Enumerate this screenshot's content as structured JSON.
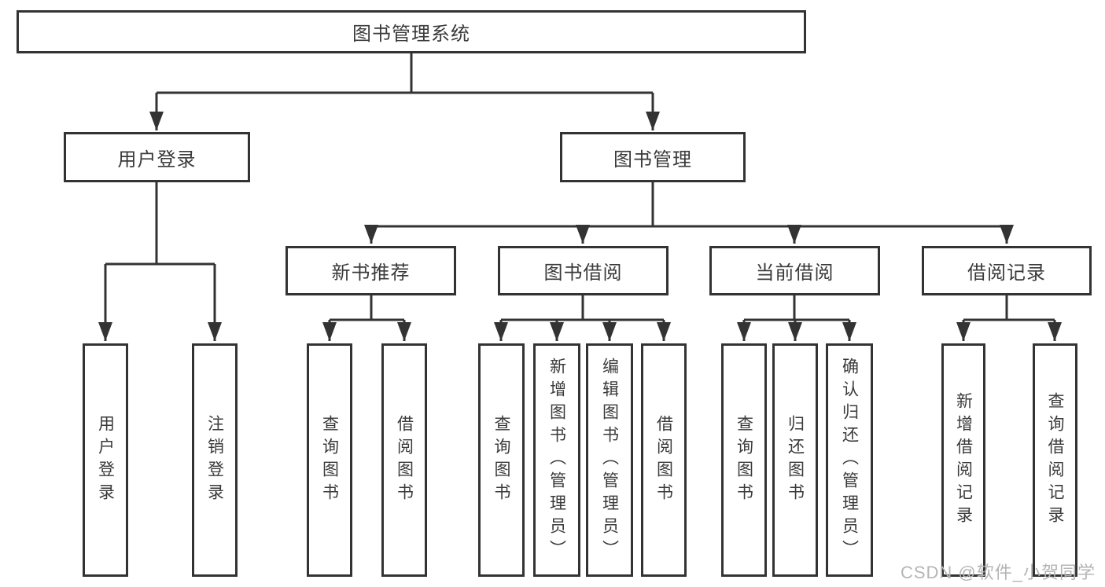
{
  "diagram": {
    "root": {
      "label": "图书管理系统",
      "children": [
        {
          "label": "用户登录",
          "children": [
            {
              "label": "用户登录"
            },
            {
              "label": "注销登录"
            }
          ]
        },
        {
          "label": "图书管理",
          "children": [
            {
              "label": "新书推荐",
              "children": [
                {
                  "label": "查询图书"
                },
                {
                  "label": "借阅图书"
                }
              ]
            },
            {
              "label": "图书借阅",
              "children": [
                {
                  "label": "查询图书"
                },
                {
                  "label": "新增图书（管理员）"
                },
                {
                  "label": "编辑图书（管理员）"
                },
                {
                  "label": "借阅图书"
                }
              ]
            },
            {
              "label": "当前借阅",
              "children": [
                {
                  "label": "查询图书"
                },
                {
                  "label": "归还图书"
                },
                {
                  "label": "确认归还（管理员）"
                }
              ]
            },
            {
              "label": "借阅记录",
              "children": [
                {
                  "label": "新增借阅记录"
                },
                {
                  "label": "查询借阅记录"
                }
              ]
            }
          ]
        }
      ]
    },
    "watermark": "CSDN @软件_小贺同学",
    "colors": {
      "line": "#333333",
      "text": "#3a3a3a",
      "watermark_text": "#b5b5b5",
      "background": "#ffffff"
    }
  }
}
